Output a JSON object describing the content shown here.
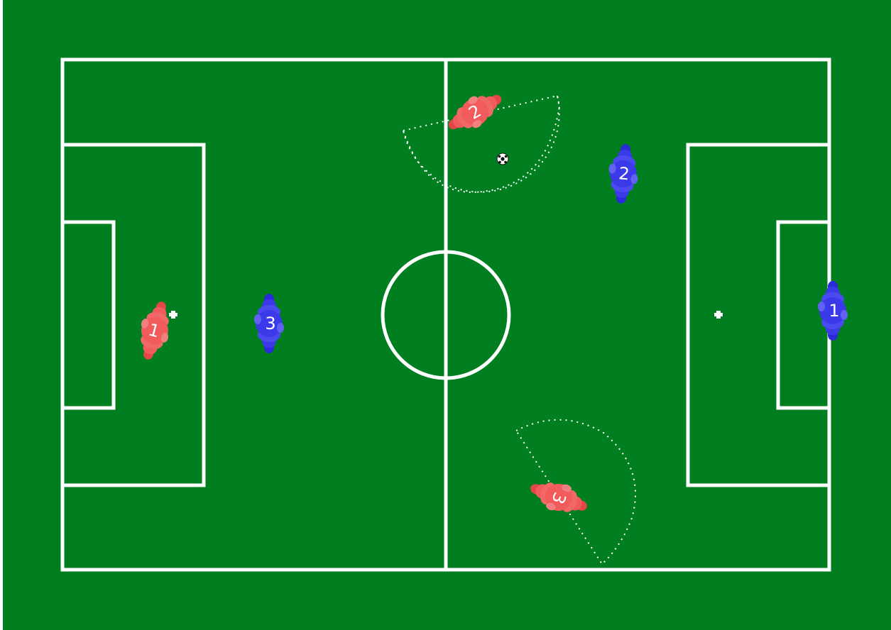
{
  "colors": {
    "grass": "#007e20",
    "lines": "#ffffff",
    "team_red": "#f25b5b",
    "team_red_dark": "#e24747",
    "team_blue": "#3a3ae8",
    "team_blue_dark": "#2a2ad8",
    "ball": "#ffffff"
  },
  "field": {
    "penalty_spots": 2,
    "center_circle": true
  },
  "teams": {
    "red": {
      "players": [
        {
          "number": "1",
          "role": "goalkeeper",
          "has_view_cone": false
        },
        {
          "number": "2",
          "role": "field",
          "has_view_cone": true
        },
        {
          "number": "3",
          "role": "field",
          "has_view_cone": true
        }
      ]
    },
    "blue": {
      "players": [
        {
          "number": "1",
          "role": "goalkeeper",
          "has_view_cone": false
        },
        {
          "number": "2",
          "role": "field",
          "has_view_cone": false
        },
        {
          "number": "3",
          "role": "field",
          "has_view_cone": false
        }
      ]
    }
  },
  "ball": {
    "icon": "soccer-ball-icon"
  }
}
